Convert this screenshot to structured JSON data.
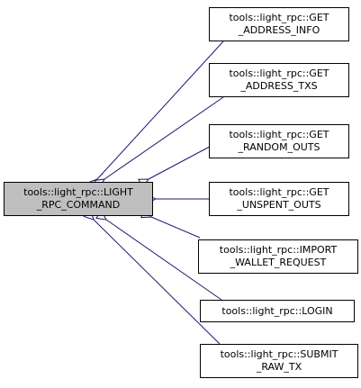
{
  "colors": {
    "edge": "#191970",
    "base_fill": "#bfbfbf",
    "node_fill": "#ffffff",
    "border": "#000000"
  },
  "base": {
    "line1": "tools::light_rpc::LIGHT",
    "line2": "_RPC_COMMAND"
  },
  "derived": [
    {
      "line1": "tools::light_rpc::GET",
      "line2": "_ADDRESS_INFO"
    },
    {
      "line1": "tools::light_rpc::GET",
      "line2": "_ADDRESS_TXS"
    },
    {
      "line1": "tools::light_rpc::GET",
      "line2": "_RANDOM_OUTS"
    },
    {
      "line1": "tools::light_rpc::GET",
      "line2": "_UNSPENT_OUTS"
    },
    {
      "line1": "tools::light_rpc::IMPORT",
      "line2": "_WALLET_REQUEST"
    },
    {
      "line1": "tools::light_rpc::LOGIN",
      "line2": ""
    },
    {
      "line1": "tools::light_rpc::SUBMIT",
      "line2": "_RAW_TX"
    }
  ]
}
